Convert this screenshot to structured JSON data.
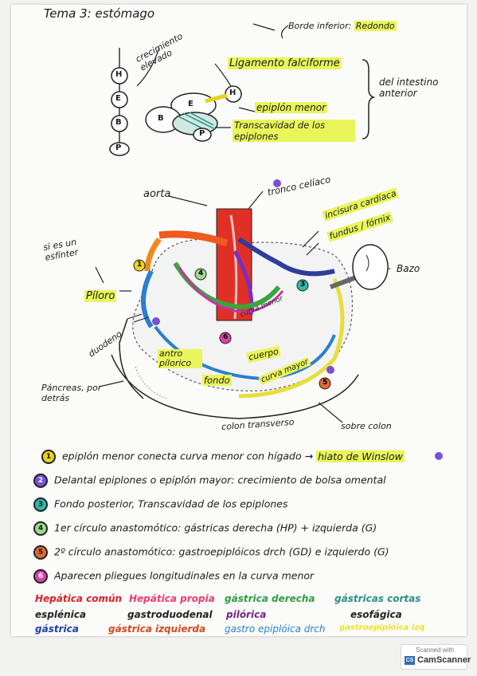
{
  "title": "Tema 3: estómago",
  "diagram1": {
    "labels": {
      "crecimiento": "crecimiento elevado",
      "borde": "Borde inferior:",
      "borde_val": "Redondo",
      "ligamento": "Ligamento falciforme",
      "epiplon_menor": "epiplón menor",
      "transcavidad": "Transcavidad de los epiplones",
      "intestino": "del intestino anterior"
    },
    "circle_letters": [
      "H",
      "E",
      "B",
      "P",
      "H",
      "E",
      "B",
      "P"
    ]
  },
  "diagram2": {
    "labels": {
      "aorta": "aorta",
      "tronco": "tronco celíaco",
      "incisura": "incisura cardíaca",
      "fundus": "fundus / fórnix",
      "esfinter": "si es un esfínter",
      "piloro": "Píloro",
      "bazo": "Bazo",
      "duodeno": "duodeno",
      "antro": "antro pílorico",
      "fondo": "fondo",
      "cuerpo": "cuerpo",
      "curva_mayor": "curva mayor",
      "curva_menor": "curva menor",
      "pancreas": "Páncreas, por detrás",
      "colon": "colon transverso",
      "sobre_colon": "sobre colon"
    },
    "circle_numbers": [
      "1",
      "4",
      "3",
      "6",
      "5"
    ]
  },
  "notes": [
    {
      "num": "1",
      "color": "#e9d31c",
      "text": "epiplón menor conecta curva menor con hígado →",
      "highlight": "hiato de Winslow"
    },
    {
      "num": "2",
      "color": "#7b4fd6",
      "text": "Delantal epiplones o epiplón mayor: crecimiento de bolsa omental",
      "highlight": ""
    },
    {
      "num": "3",
      "color": "#2fb7a8",
      "text": "Fondo posterior, Transcavidad de los epiplones",
      "highlight": ""
    },
    {
      "num": "4",
      "color": "#58b947",
      "text": "1er círculo anastomótico: gástricas derecha (HP) + izquierda (G)",
      "highlight": ""
    },
    {
      "num": "5",
      "color": "#e0683a",
      "text": "2º círculo anastomótico: gastroepiplóicos drch (GD) e izquierdo (G)",
      "highlight": ""
    },
    {
      "num": "6",
      "color": "#d845a8",
      "text": "Aparecen pliegues longitudinales en la curva menor",
      "highlight": ""
    }
  ],
  "legend": [
    {
      "text": "Hepática común",
      "color": "#d81f26"
    },
    {
      "text": "Hepática propia",
      "color": "#ee3b6e"
    },
    {
      "text": "gástrica derecha",
      "color": "#2f9c3f"
    },
    {
      "text": "gástricas cortas",
      "color": "#2c8f86"
    },
    {
      "text": "esplénica",
      "color": "#222222"
    },
    {
      "text": "gastroduodenal",
      "color": "#222222"
    },
    {
      "text": "pilórica",
      "color": "#7a1f8f"
    },
    {
      "text": "esofágica",
      "color": "#222222"
    },
    {
      "text": "gástrica",
      "color": "#1e3fa8"
    },
    {
      "text": "gástrica izquierda",
      "color": "#d14b1c"
    },
    {
      "text": "gastro epiplóica drch",
      "color": "#2a7fd0"
    },
    {
      "text": "gastroepiplóica izq",
      "color": "#efe12a"
    }
  ],
  "scanner": {
    "small": "Scanned with",
    "brand": "CamScanner",
    "logo": "CS"
  }
}
